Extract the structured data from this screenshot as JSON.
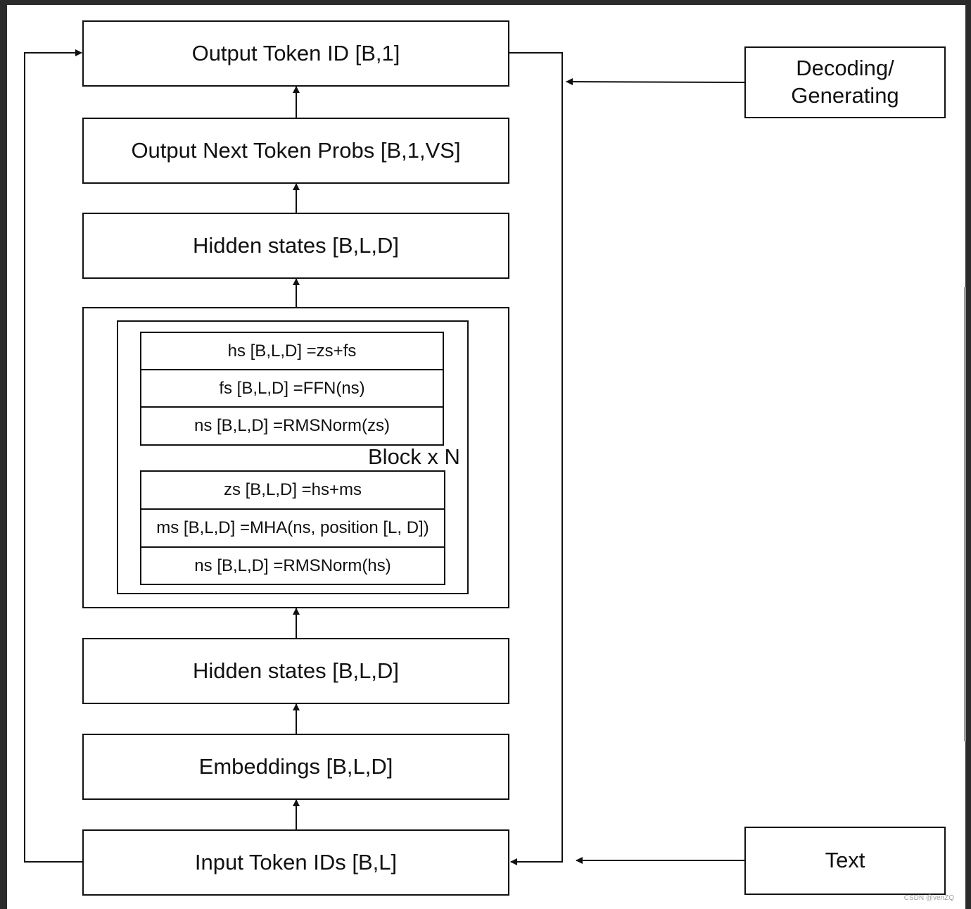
{
  "nodes": {
    "output_token_id": "Output Token ID [B,1]",
    "output_probs": "Output Next Token Probs [B,1,VS]",
    "hidden_states_top": "Hidden states [B,L,D]",
    "hidden_states_bottom": "Hidden states [B,L,D]",
    "embeddings": "Embeddings [B,L,D]",
    "input_token_ids": "Input Token IDs [B,L]",
    "decoding": "Decoding/\nGenerating",
    "text": "Text"
  },
  "block": {
    "label": "Block x N",
    "upper_rows": [
      "hs [B,L,D] =zs+fs",
      "fs [B,L,D] =FFN(ns)",
      "ns [B,L,D] =RMSNorm(zs)"
    ],
    "lower_rows": [
      "zs [B,L,D] =hs+ms",
      "ms [B,L,D] =MHA(ns, position [L, D])",
      "ns [B,L,D] =RMSNorm(hs)"
    ]
  },
  "watermark": "CSDN @venZQ",
  "colors": {
    "stroke": "#111111",
    "background": "#ffffff",
    "frame": "#2b2b2b"
  }
}
